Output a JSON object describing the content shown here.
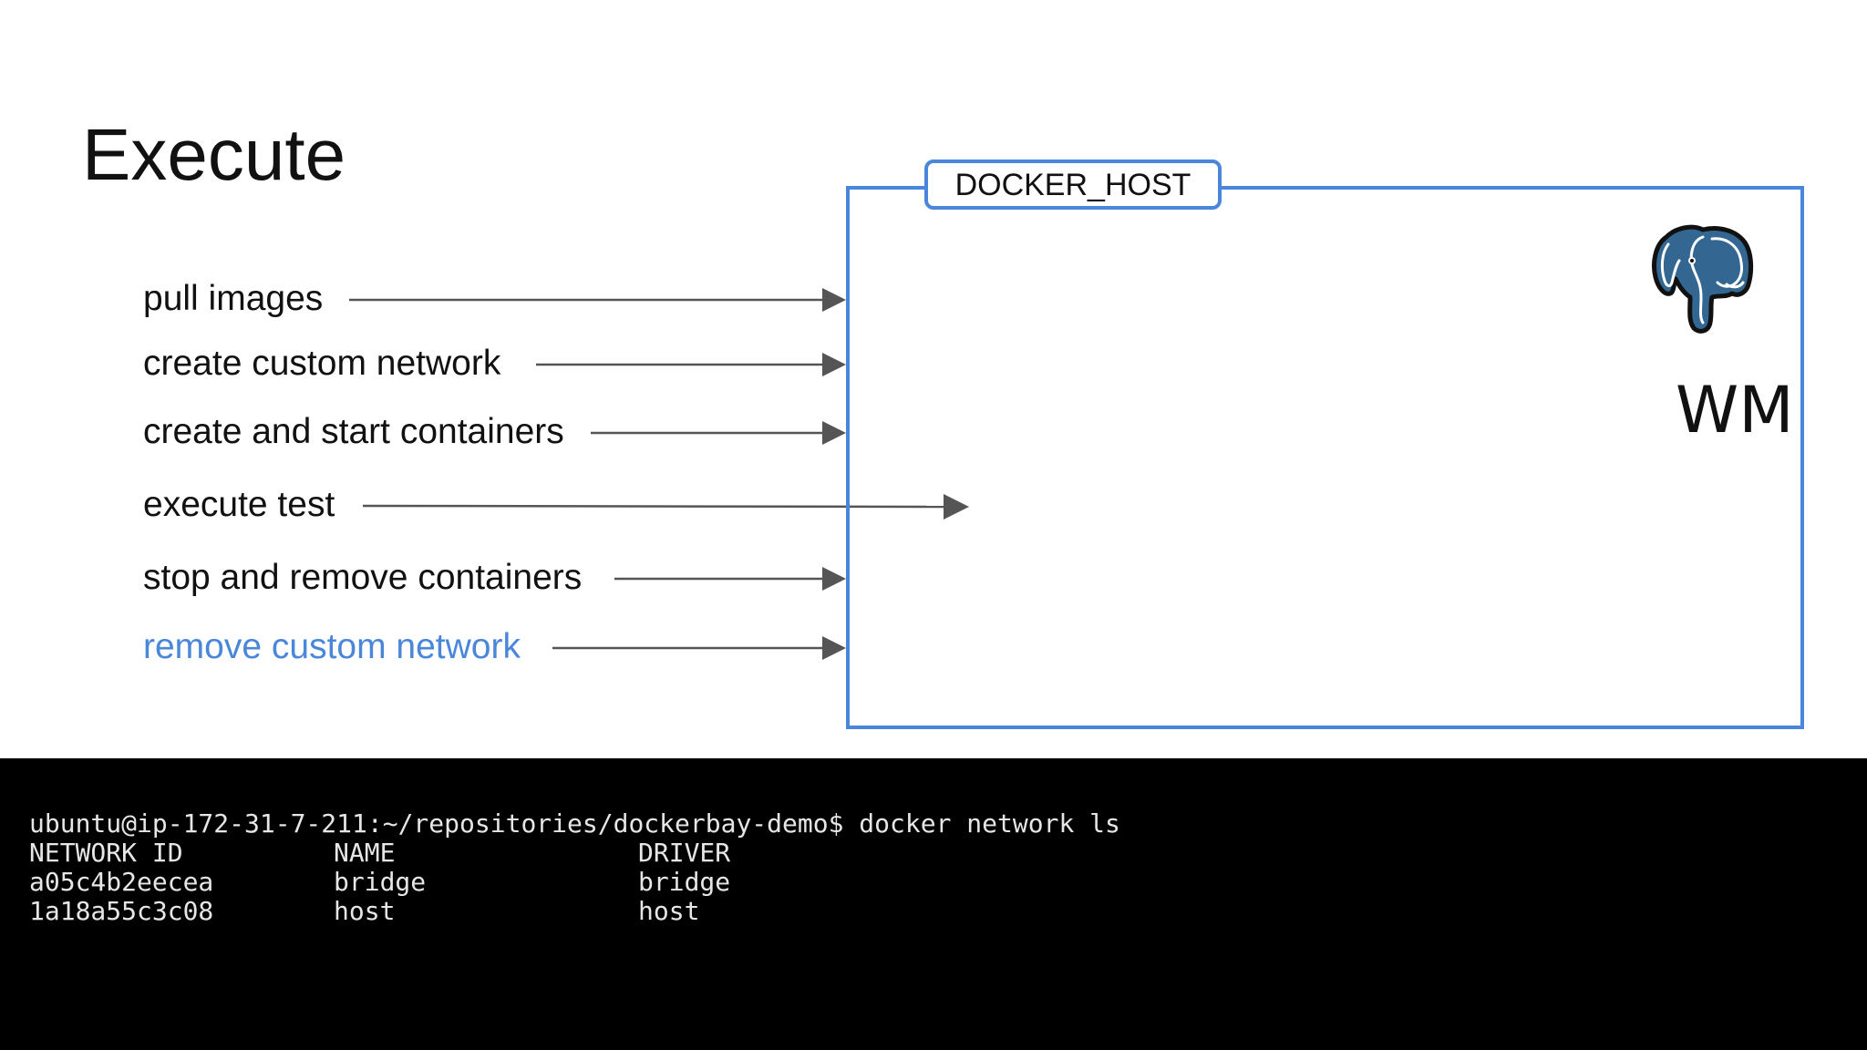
{
  "slide": {
    "title": "Execute"
  },
  "steps": [
    {
      "label": "pull images"
    },
    {
      "label": "create custom network"
    },
    {
      "label": "create and start containers"
    },
    {
      "label": "execute test"
    },
    {
      "label": "stop and remove containers"
    },
    {
      "label": "remove custom network",
      "highlighted": true
    }
  ],
  "docker_host": {
    "label": "DOCKER_HOST",
    "app_label": "WM",
    "logo_icon": "postgresql-elephant-icon"
  },
  "terminal": {
    "prompt_line": "ubuntu@ip-172-31-7-211:~/repositories/dockerbay-demo$ docker network ls",
    "columns": [
      "NETWORK ID",
      "NAME",
      "DRIVER"
    ],
    "rows": [
      [
        "a05c4b2eecea",
        "bridge",
        "bridge"
      ],
      [
        "1a18a55c3c08",
        "host",
        "host"
      ]
    ]
  },
  "colors": {
    "accent_blue": "#4a86d9",
    "highlight_text": "#4a86d9",
    "arrow": "#555555",
    "text": "#111111",
    "terminal_bg": "#000000",
    "terminal_text": "#e6e6e6"
  }
}
